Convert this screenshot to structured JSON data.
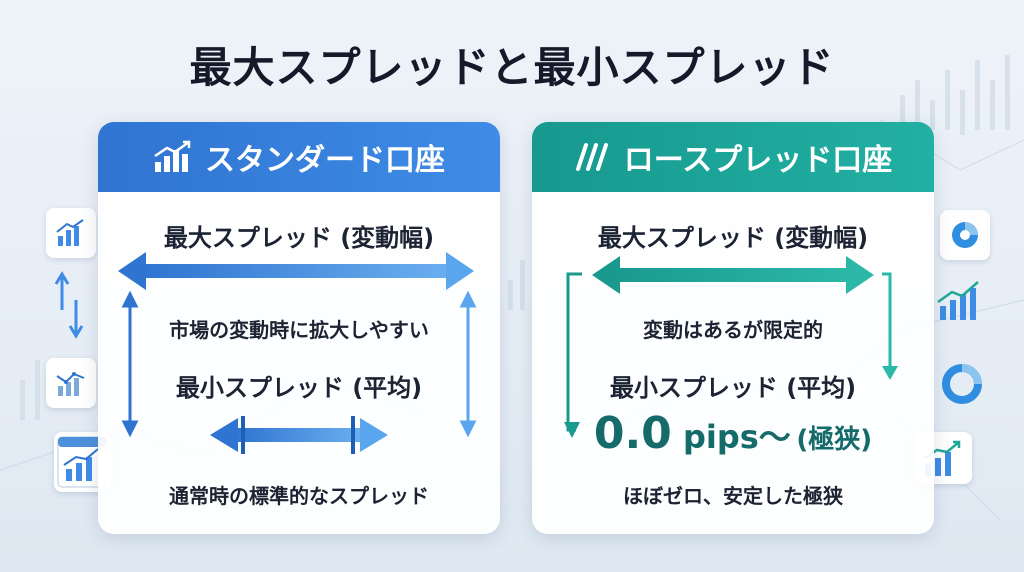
{
  "title": "最大スプレッドと最小スプレッド",
  "colors": {
    "standard_accent": "#2f74d0",
    "lowspread_accent": "#17998f",
    "lowspread_value": "#156b6a"
  },
  "standard_card": {
    "header_icon": "chart-up-icon",
    "header_label": "スタンダード口座",
    "max_heading": "最大スプレッド (変動幅)",
    "max_desc": "市場の変動時に拡大しやすい",
    "min_heading": "最小スプレッド (平均)",
    "min_desc": "通常時の標準的なスプレッド"
  },
  "lowspread_card": {
    "header_icon": "double-slash-icon",
    "header_label": "ロースプレッド口座",
    "max_heading": "最大スプレッド (変動幅)",
    "max_desc": "変動はあるが限定的",
    "min_heading": "最小スプレッド (平均)",
    "min_value_number": "0.0",
    "min_value_unit": " pips〜",
    "min_value_note": "(極狭)",
    "min_desc": "ほぼゼロ、安定した極狭"
  },
  "side_icons_left": [
    "bar-chart-icon",
    "up-down-arrows-icon",
    "line-chart-icon",
    "browser-chart-icon"
  ],
  "side_icons_right": [
    "pie-chart-icon",
    "bar-trend-icon",
    "donut-chart-icon",
    "growth-chart-icon"
  ]
}
